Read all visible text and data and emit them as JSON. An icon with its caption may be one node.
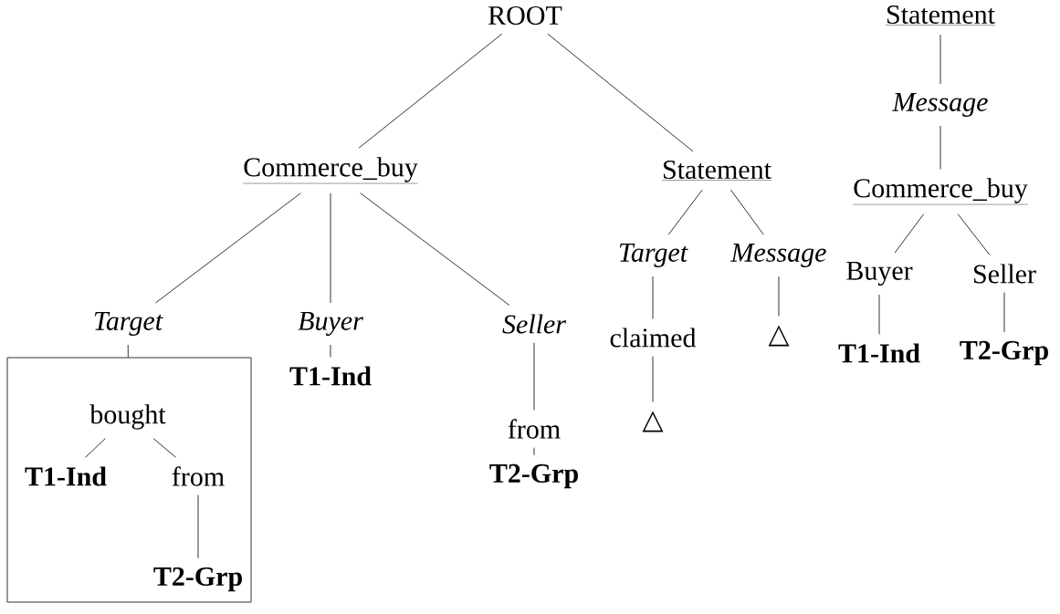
{
  "diagram": {
    "nodes": [
      {
        "text": [
          "ROOT"
        ]
      },
      {
        "text": [
          "Commerce_buy"
        ]
      },
      {
        "text": [
          "Statement"
        ]
      },
      {
        "text": [
          "Target"
        ]
      },
      {
        "text": [
          "Buyer"
        ]
      },
      {
        "text": [
          "Seller"
        ]
      },
      {
        "text": [],
        "shape": "box"
      },
      {
        "text": [
          "bought"
        ],
        "in": 6
      },
      {
        "text": [
          "T1-Ind"
        ],
        "in": 6
      },
      {
        "text": [
          "from"
        ],
        "in": 6
      },
      {
        "text": [
          "T2-Grp"
        ],
        "in": 6
      },
      {
        "text": [
          "T1-Ind"
        ]
      },
      {
        "text": [
          "from"
        ]
      },
      {
        "text": [
          "T2-Grp"
        ]
      },
      {
        "text": [
          "Target"
        ]
      },
      {
        "text": [
          "Message"
        ]
      },
      {
        "text": [
          "claimed"
        ]
      },
      {
        "text": [
          "△"
        ]
      },
      {
        "text": [
          "△"
        ]
      },
      {
        "text": [
          "Statement"
        ]
      },
      {
        "text": [
          "Message"
        ]
      },
      {
        "text": [
          "Commerce_buy"
        ]
      },
      {
        "text": [
          "Buyer"
        ]
      },
      {
        "text": [
          "Seller"
        ]
      },
      {
        "text": [
          "T1-Ind"
        ]
      },
      {
        "text": [
          "T2-Grp"
        ]
      }
    ],
    "edges": [
      {
        "from": 0,
        "to": 1,
        "arrow": "none"
      },
      {
        "from": 0,
        "to": 2,
        "arrow": "none"
      },
      {
        "from": 1,
        "to": 3,
        "arrow": "none"
      },
      {
        "from": 1,
        "to": 4,
        "arrow": "none"
      },
      {
        "from": 1,
        "to": 5,
        "arrow": "none"
      },
      {
        "from": 3,
        "to": 6,
        "arrow": "none"
      },
      {
        "from": 7,
        "to": 8,
        "arrow": "none"
      },
      {
        "from": 7,
        "to": 9,
        "arrow": "none"
      },
      {
        "from": 9,
        "to": 10,
        "arrow": "none"
      },
      {
        "from": 4,
        "to": 11,
        "arrow": "none"
      },
      {
        "from": 5,
        "to": 12,
        "arrow": "none"
      },
      {
        "from": 12,
        "to": 13,
        "arrow": "none"
      },
      {
        "from": 2,
        "to": 14,
        "arrow": "none"
      },
      {
        "from": 2,
        "to": 15,
        "arrow": "none"
      },
      {
        "from": 14,
        "to": 16,
        "arrow": "none"
      },
      {
        "from": 16,
        "to": 17,
        "arrow": "none"
      },
      {
        "from": 15,
        "to": 18,
        "arrow": "none"
      },
      {
        "from": 19,
        "to": 20,
        "arrow": "none"
      },
      {
        "from": 20,
        "to": 21,
        "arrow": "none"
      },
      {
        "from": 21,
        "to": 22,
        "arrow": "none"
      },
      {
        "from": 21,
        "to": 23,
        "arrow": "none"
      },
      {
        "from": 22,
        "to": 24,
        "arrow": "none"
      },
      {
        "from": 23,
        "to": 25,
        "arrow": "none"
      }
    ]
  }
}
